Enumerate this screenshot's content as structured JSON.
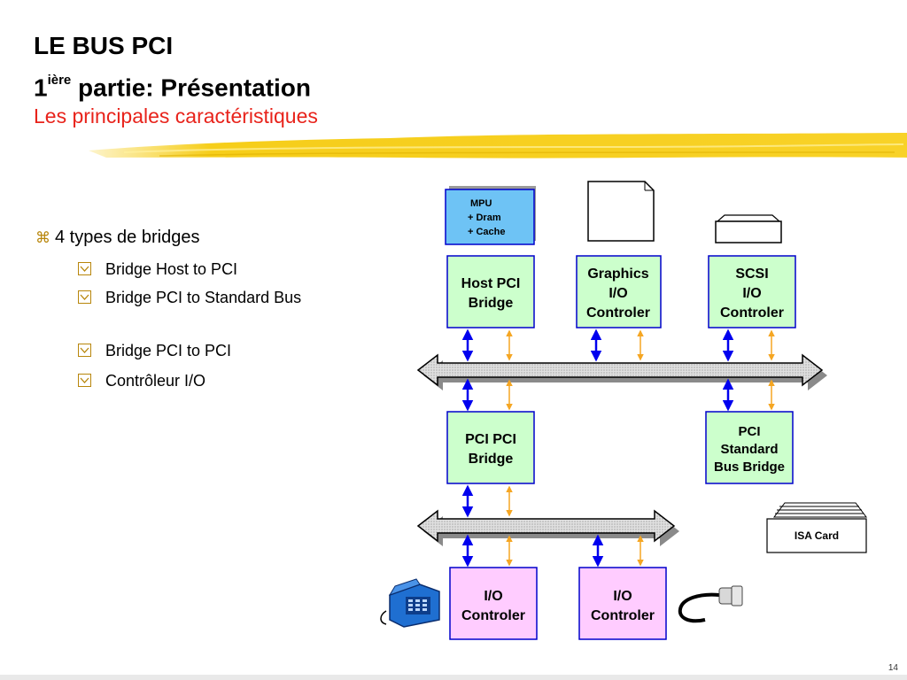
{
  "slide": {
    "title_line1": "LE BUS PCI",
    "title_line2_num": "1",
    "title_line2_sup": "ière",
    "title_line2_rest": " partie: Présentation",
    "subtitle": "Les principales caractéristiques",
    "page_number": "14"
  },
  "bullets": {
    "main_glyph": "⌘",
    "main": "4 types de bridges",
    "items": [
      "Bridge Host to PCI",
      "Bridge PCI to Standard Bus",
      "Bridge PCI to PCI",
      "Contrôleur I/O"
    ]
  },
  "diagram": {
    "mpu": {
      "line1": "MPU",
      "line2": "+ Dram",
      "line3": "+ Cache"
    },
    "host_bridge": {
      "line1": "Host PCI",
      "line2": "Bridge"
    },
    "graphics": {
      "line1": "Graphics",
      "line2": "I/O",
      "line3": "Controler"
    },
    "scsi": {
      "line1": "SCSI",
      "line2": "I/O",
      "line3": "Controler"
    },
    "pci_bridge": {
      "line1": "PCI PCI",
      "line2": "Bridge"
    },
    "std_bridge": {
      "line1": "PCI",
      "line2": "Standard",
      "line3": "Bus Bridge"
    },
    "isa_card": "ISA Card",
    "io1": {
      "line1": "I/O",
      "line2": "Controler"
    },
    "io2": {
      "line1": "I/O",
      "line2": "Controler"
    }
  },
  "colors": {
    "title": "#000000",
    "subtitle": "#e8231b",
    "box_green_fill": "#ccffcc",
    "box_pink_fill": "#ffccff",
    "box_border": "#0000cc",
    "mpu_fill": "#6ec3f5",
    "bus_fill": "#d3d3d3",
    "arrow_blue": "#0000ee",
    "arrow_orange": "#f5a623"
  }
}
